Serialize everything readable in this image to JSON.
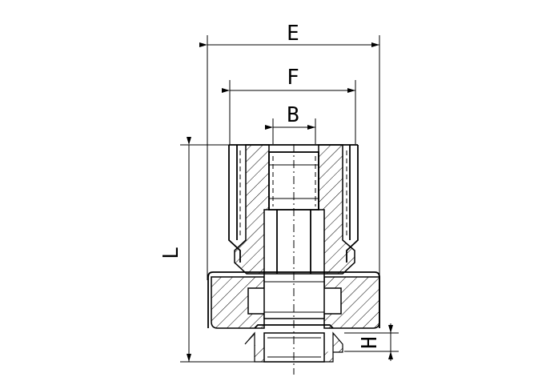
{
  "dimensions": {
    "E": "E",
    "F": "F",
    "B": "B",
    "L": "L",
    "H": "H"
  }
}
